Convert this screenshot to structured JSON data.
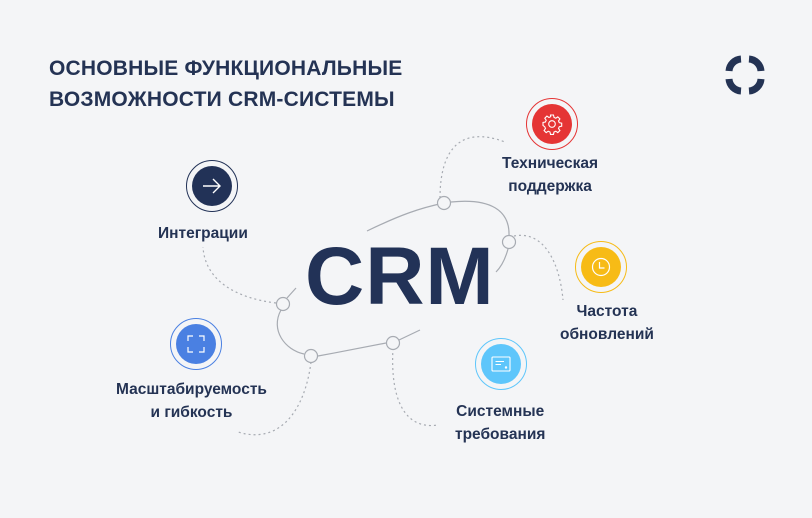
{
  "header": {
    "title_line1": "ОСНОВНЫЕ ФУНКЦИОНАЛЬНЫЕ",
    "title_line2": "ВОЗМОЖНОСТИ CRM-СИСТЕМЫ",
    "logo_icon": "rounded-square-segments-logo"
  },
  "center": {
    "label": "CRM"
  },
  "features": [
    {
      "id": "integrations",
      "line1": "Интеграции",
      "line2": "",
      "icon": "arrow-right-icon",
      "color": "#223257"
    },
    {
      "id": "support",
      "line1": "Техническая",
      "line2": "поддержка",
      "icon": "gear-icon",
      "color": "#e53535"
    },
    {
      "id": "updates",
      "line1": "Частота",
      "line2": "обновлений",
      "icon": "clock-icon",
      "color": "#f7bb16"
    },
    {
      "id": "requirements",
      "line1": "Системные",
      "line2": "требования",
      "icon": "certificate-icon",
      "color": "#5ec6fb"
    },
    {
      "id": "scalability",
      "line1": "Масштабируемость",
      "line2": "и гибкость",
      "icon": "frame-corners-icon",
      "color": "#4a80e2"
    }
  ],
  "colors": {
    "background": "#f4f5f7",
    "text": "#243354",
    "line": "#a7abb2"
  }
}
